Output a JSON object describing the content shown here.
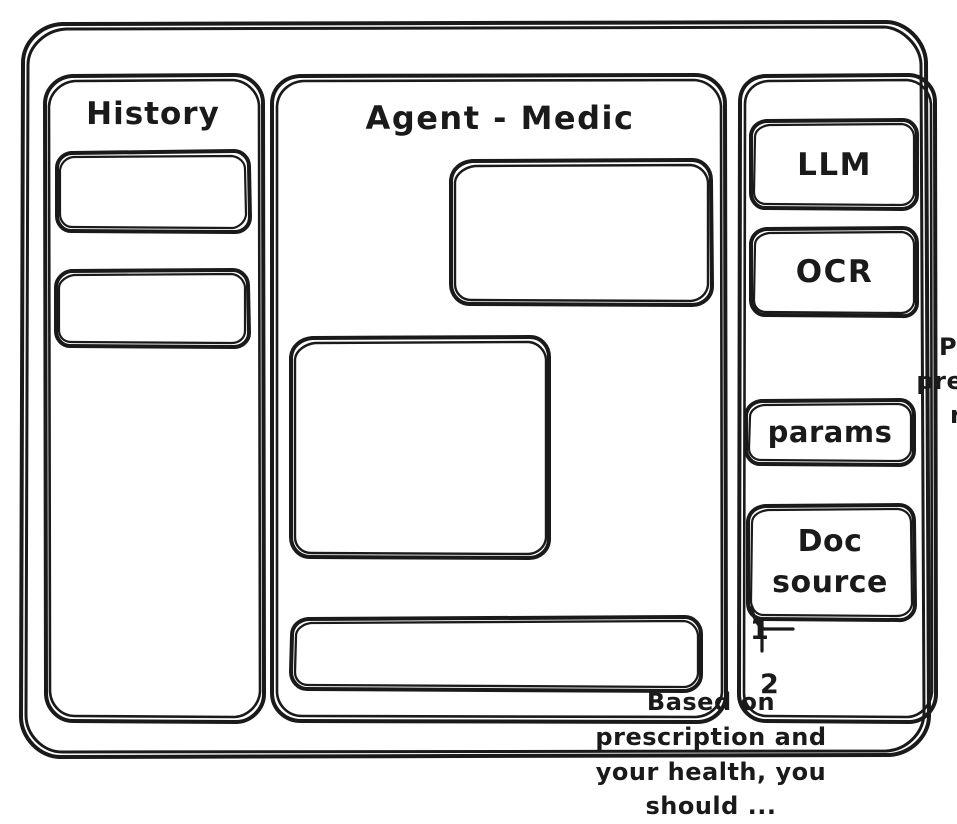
{
  "window": {
    "frame_name": "app-window"
  },
  "sidebar_left": {
    "title": "History",
    "items": [
      {
        "label": ""
      },
      {
        "label": ""
      }
    ]
  },
  "main": {
    "title": "Agent - Medic",
    "messages": [
      {
        "role": "user",
        "text": "Pls check the prescription and recommend"
      },
      {
        "role": "assistant",
        "text": "Based on prescription and your health, you should ..."
      }
    ],
    "composer": {
      "value": "",
      "placeholder": ""
    }
  },
  "sidebar_right": {
    "tools": [
      {
        "label": "LLM"
      },
      {
        "label": "OCR"
      }
    ],
    "params": {
      "label": "params"
    },
    "doc_source": {
      "label": "Doc\nsource",
      "items": [
        {
          "marker": "1",
          "label": ""
        },
        {
          "marker": "2",
          "label": ""
        }
      ]
    }
  },
  "style": {
    "ink": "#1a1a1a",
    "paper": "#ffffff"
  }
}
